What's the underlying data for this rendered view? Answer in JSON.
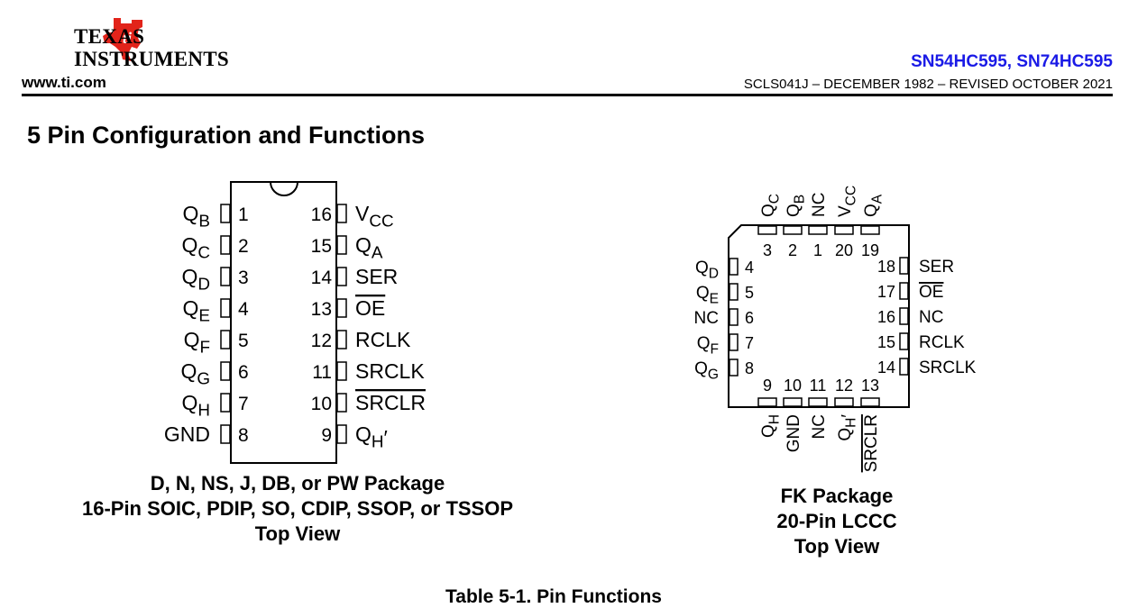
{
  "header": {
    "brand_line1": "Texas",
    "brand_line2": "Instruments",
    "website": "www.ti.com",
    "part_numbers": "SN54HC595, SN74HC595",
    "doc_line": "SCLS041J – DECEMBER 1982 – REVISED OCTOBER 2021",
    "brand_color": "#e2231a",
    "part_color": "#1a1ae6"
  },
  "section_title": "5 Pin Configuration and Functions",
  "dip": {
    "left_pins": [
      {
        "num": "1",
        "name": "Q",
        "sub": "B"
      },
      {
        "num": "2",
        "name": "Q",
        "sub": "C"
      },
      {
        "num": "3",
        "name": "Q",
        "sub": "D"
      },
      {
        "num": "4",
        "name": "Q",
        "sub": "E"
      },
      {
        "num": "5",
        "name": "Q",
        "sub": "F"
      },
      {
        "num": "6",
        "name": "Q",
        "sub": "G"
      },
      {
        "num": "7",
        "name": "Q",
        "sub": "H"
      },
      {
        "num": "8",
        "name": "GND",
        "sub": ""
      }
    ],
    "right_pins": [
      {
        "num": "16",
        "name": "V",
        "sub": "CC"
      },
      {
        "num": "15",
        "name": "Q",
        "sub": "A"
      },
      {
        "num": "14",
        "name": "SER",
        "sub": ""
      },
      {
        "num": "13",
        "name": "OE",
        "sub": "",
        "overline": true
      },
      {
        "num": "12",
        "name": "RCLK",
        "sub": ""
      },
      {
        "num": "11",
        "name": "SRCLK",
        "sub": ""
      },
      {
        "num": "10",
        "name": "SRCLR",
        "sub": "",
        "overline": true
      },
      {
        "num": "9",
        "name": "Q",
        "sub": "H",
        "prime": "′"
      }
    ],
    "caption_line1": "D, N, NS, J, DB, or PW Package",
    "caption_line2": "16-Pin SOIC, PDIP, SO, CDIP, SSOP, or TSSOP",
    "caption_line3": "Top View"
  },
  "fk": {
    "top_pins": [
      {
        "num": "3",
        "name": "Q",
        "sub": "C"
      },
      {
        "num": "2",
        "name": "Q",
        "sub": "B"
      },
      {
        "num": "1",
        "name": "NC",
        "sub": ""
      },
      {
        "num": "20",
        "name": "V",
        "sub": "CC"
      },
      {
        "num": "19",
        "name": "Q",
        "sub": "A"
      }
    ],
    "left_pins": [
      {
        "num": "4",
        "name": "Q",
        "sub": "D"
      },
      {
        "num": "5",
        "name": "Q",
        "sub": "E"
      },
      {
        "num": "6",
        "name": "NC",
        "sub": ""
      },
      {
        "num": "7",
        "name": "Q",
        "sub": "F"
      },
      {
        "num": "8",
        "name": "Q",
        "sub": "G"
      }
    ],
    "right_pins": [
      {
        "num": "18",
        "name": "SER",
        "sub": ""
      },
      {
        "num": "17",
        "name": "OE",
        "sub": "",
        "overline": true
      },
      {
        "num": "16",
        "name": "NC",
        "sub": ""
      },
      {
        "num": "15",
        "name": "RCLK",
        "sub": ""
      },
      {
        "num": "14",
        "name": "SRCLK",
        "sub": ""
      }
    ],
    "bottom_pins": [
      {
        "num": "9",
        "name": "Q",
        "sub": "H"
      },
      {
        "num": "10",
        "name": "GND",
        "sub": ""
      },
      {
        "num": "11",
        "name": "NC",
        "sub": ""
      },
      {
        "num": "12",
        "name": "Q",
        "sub": "H",
        "prime": "′"
      },
      {
        "num": "13",
        "name": "SRCLR",
        "sub": "",
        "overline": true
      }
    ],
    "caption_line1": "FK Package",
    "caption_line2": "20-Pin LCCC",
    "caption_line3": "Top View"
  },
  "table_caption": "Table 5-1. Pin Functions"
}
